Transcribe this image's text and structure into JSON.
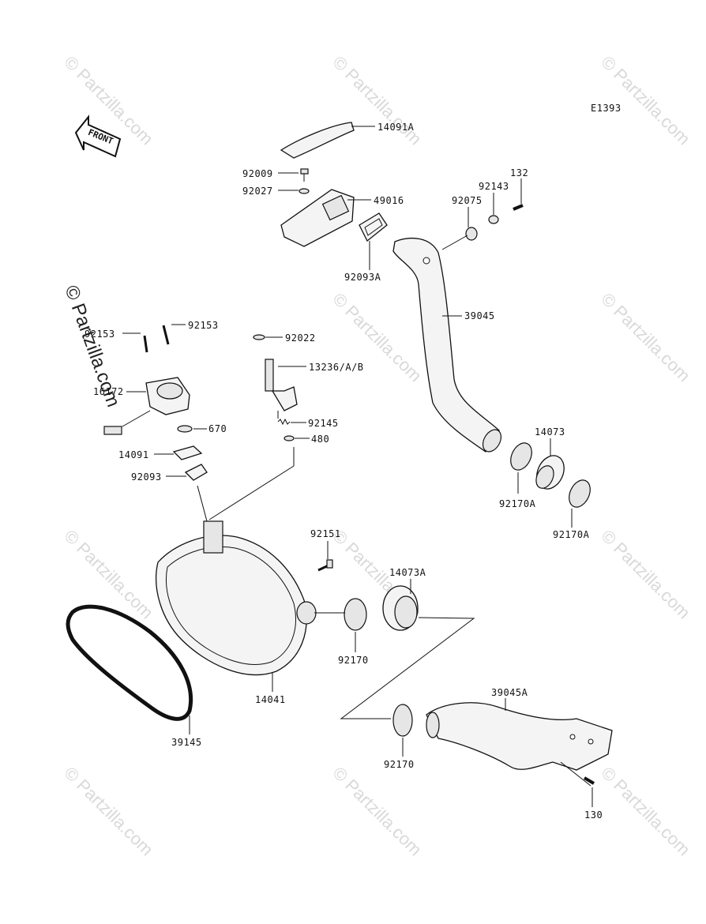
{
  "diagram_code": "E1393",
  "front_label": "FRONT",
  "watermark": "© Partzilla.com",
  "parts": {
    "p14091A": "14091A",
    "p92009": "92009",
    "p92027": "92027",
    "p49016": "49016",
    "p92093A": "92093A",
    "p132": "132",
    "p92143": "92143",
    "p92075": "92075",
    "p39045": "39045",
    "p92153a": "92153",
    "p92153b": "92153",
    "p16172": "16172",
    "p670": "670",
    "p14091": "14091",
    "p92093": "92093",
    "p92022": "92022",
    "p13236": "13236/A/B",
    "p92145": "92145",
    "p480": "480",
    "p14073": "14073",
    "p92170Aa": "92170A",
    "p92170Ab": "92170A",
    "p92151": "92151",
    "p14073A": "14073A",
    "p92170a": "92170",
    "p14041": "14041",
    "p39145": "39145",
    "p39045A": "39045A",
    "p92170b": "92170",
    "p130": "130"
  }
}
